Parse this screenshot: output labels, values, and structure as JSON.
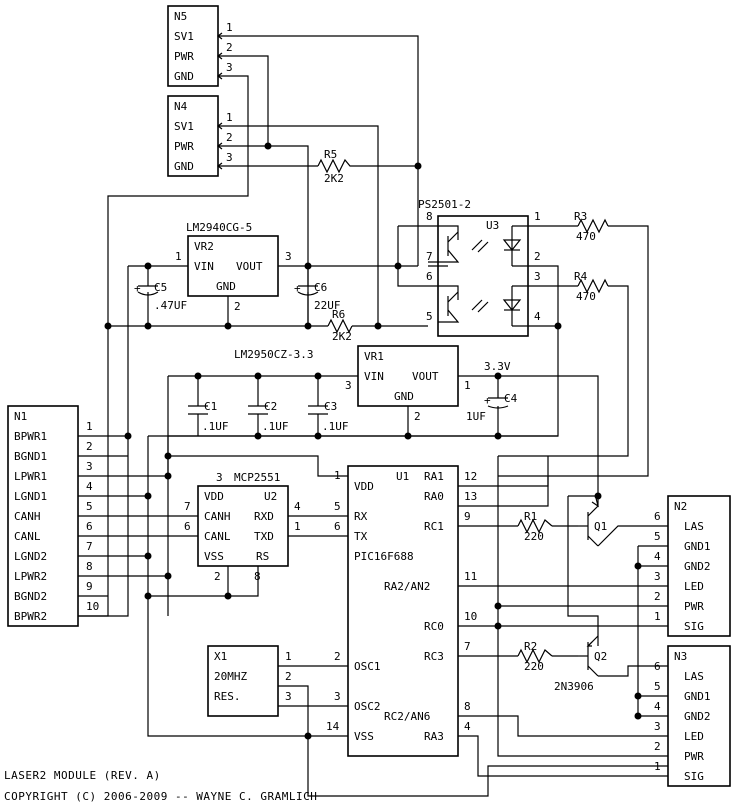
{
  "title_line": "LASER2 MODULE (REV. A)",
  "copyright_line": "COPYRIGHT (C) 2006-2009 -- WAYNE C. GRAMLICH",
  "n5": {
    "name": "N5",
    "pins": [
      {
        "label": "SV1",
        "num": "1"
      },
      {
        "label": "PWR",
        "num": "2"
      },
      {
        "label": "GND",
        "num": "3"
      }
    ]
  },
  "n4": {
    "name": "N4",
    "pins": [
      {
        "label": "SV1",
        "num": "1"
      },
      {
        "label": "PWR",
        "num": "2"
      },
      {
        "label": "GND",
        "num": "3"
      }
    ]
  },
  "r5": {
    "name": "R5",
    "value": "2K2"
  },
  "r6": {
    "name": "R6",
    "value": "2K2"
  },
  "r3": {
    "name": "R3",
    "value": "470"
  },
  "r4": {
    "name": "R4",
    "value": "470"
  },
  "r1": {
    "name": "R1",
    "value": "220"
  },
  "r2": {
    "name": "R2",
    "value": "220"
  },
  "u3": {
    "part": "PS2501-2",
    "name": "U3",
    "pins": [
      "1",
      "2",
      "3",
      "4",
      "5",
      "6",
      "7",
      "8"
    ]
  },
  "vr2": {
    "part": "LM2940CG-5",
    "name": "VR2",
    "vin": "VIN",
    "vout": "VOUT",
    "gnd": "GND",
    "pin1": "1",
    "pin2": "2",
    "pin3": "3"
  },
  "c5": {
    "name": "C5",
    "value": ".47UF"
  },
  "c6": {
    "name": "C6",
    "value": "22UF"
  },
  "vr1": {
    "part": "LM2950CZ-3.3",
    "name": "VR1",
    "vin": "VIN",
    "vout": "VOUT",
    "gnd": "GND",
    "pin1": "1",
    "pin2": "2",
    "pin3": "3"
  },
  "rail_label": "3.3V",
  "c1": {
    "name": "C1",
    "value": ".1UF"
  },
  "c2": {
    "name": "C2",
    "value": ".1UF"
  },
  "c3": {
    "name": "C3",
    "value": ".1UF"
  },
  "c4": {
    "name": "C4",
    "value": "1UF"
  },
  "n1": {
    "name": "N1",
    "pins": [
      {
        "label": "BPWR1",
        "num": "1"
      },
      {
        "label": "BGND1",
        "num": "2"
      },
      {
        "label": "LPWR1",
        "num": "3"
      },
      {
        "label": "LGND1",
        "num": "4"
      },
      {
        "label": "CANH",
        "num": "5"
      },
      {
        "label": "CANL",
        "num": "6"
      },
      {
        "label": "LGND2",
        "num": "7"
      },
      {
        "label": "LPWR2",
        "num": "8"
      },
      {
        "label": "BGND2",
        "num": "9"
      },
      {
        "label": "BPWR2",
        "num": "10"
      }
    ]
  },
  "u2": {
    "part": "MCP2551",
    "name": "U2",
    "vdd": "VDD",
    "canh": "CANH",
    "rxd": "RXD",
    "canl": "CANL",
    "txd": "TXD",
    "vss": "VSS",
    "rs": "RS",
    "p1": "1",
    "p2": "2",
    "p3": "3",
    "p4": "4",
    "p6": "6",
    "p7": "7",
    "p8": "8"
  },
  "u1": {
    "name": "U1",
    "part": "PIC16F688",
    "vdd": "VDD",
    "ra1": "RA1",
    "ra0": "RA0",
    "rx": "RX",
    "rc1": "RC1",
    "tx": "TX",
    "ra2": "RA2/AN2",
    "rc0": "RC0",
    "rc3": "RC3",
    "osc1": "OSC1",
    "osc2": "OSC2",
    "rc2": "RC2/AN6",
    "vss": "VSS",
    "ra3": "RA3",
    "p1": "1",
    "p2": "2",
    "p3": "3",
    "p4": "4",
    "p5": "5",
    "p6": "6",
    "p7": "7",
    "p8": "8",
    "p9": "9",
    "p10": "10",
    "p11": "11",
    "p12": "12",
    "p13": "13",
    "p14": "14"
  },
  "x1": {
    "name": "X1",
    "freq": "20MHZ",
    "res": "RES.",
    "p1": "1",
    "p2": "2",
    "p3": "3"
  },
  "q1": {
    "name": "Q1"
  },
  "q2": {
    "name": "Q2",
    "part": "2N3906"
  },
  "n2": {
    "name": "N2",
    "pins": [
      {
        "label": "LAS",
        "num": "6"
      },
      {
        "label": "GND1",
        "num": "5"
      },
      {
        "label": "GND2",
        "num": "4"
      },
      {
        "label": "LED",
        "num": "3"
      },
      {
        "label": "PWR",
        "num": "2"
      },
      {
        "label": "SIG",
        "num": "1"
      }
    ]
  },
  "n3": {
    "name": "N3",
    "pins": [
      {
        "label": "LAS",
        "num": "6"
      },
      {
        "label": "GND1",
        "num": "5"
      },
      {
        "label": "GND2",
        "num": "4"
      },
      {
        "label": "LED",
        "num": "3"
      },
      {
        "label": "PWR",
        "num": "2"
      },
      {
        "label": "SIG",
        "num": "1"
      }
    ]
  }
}
